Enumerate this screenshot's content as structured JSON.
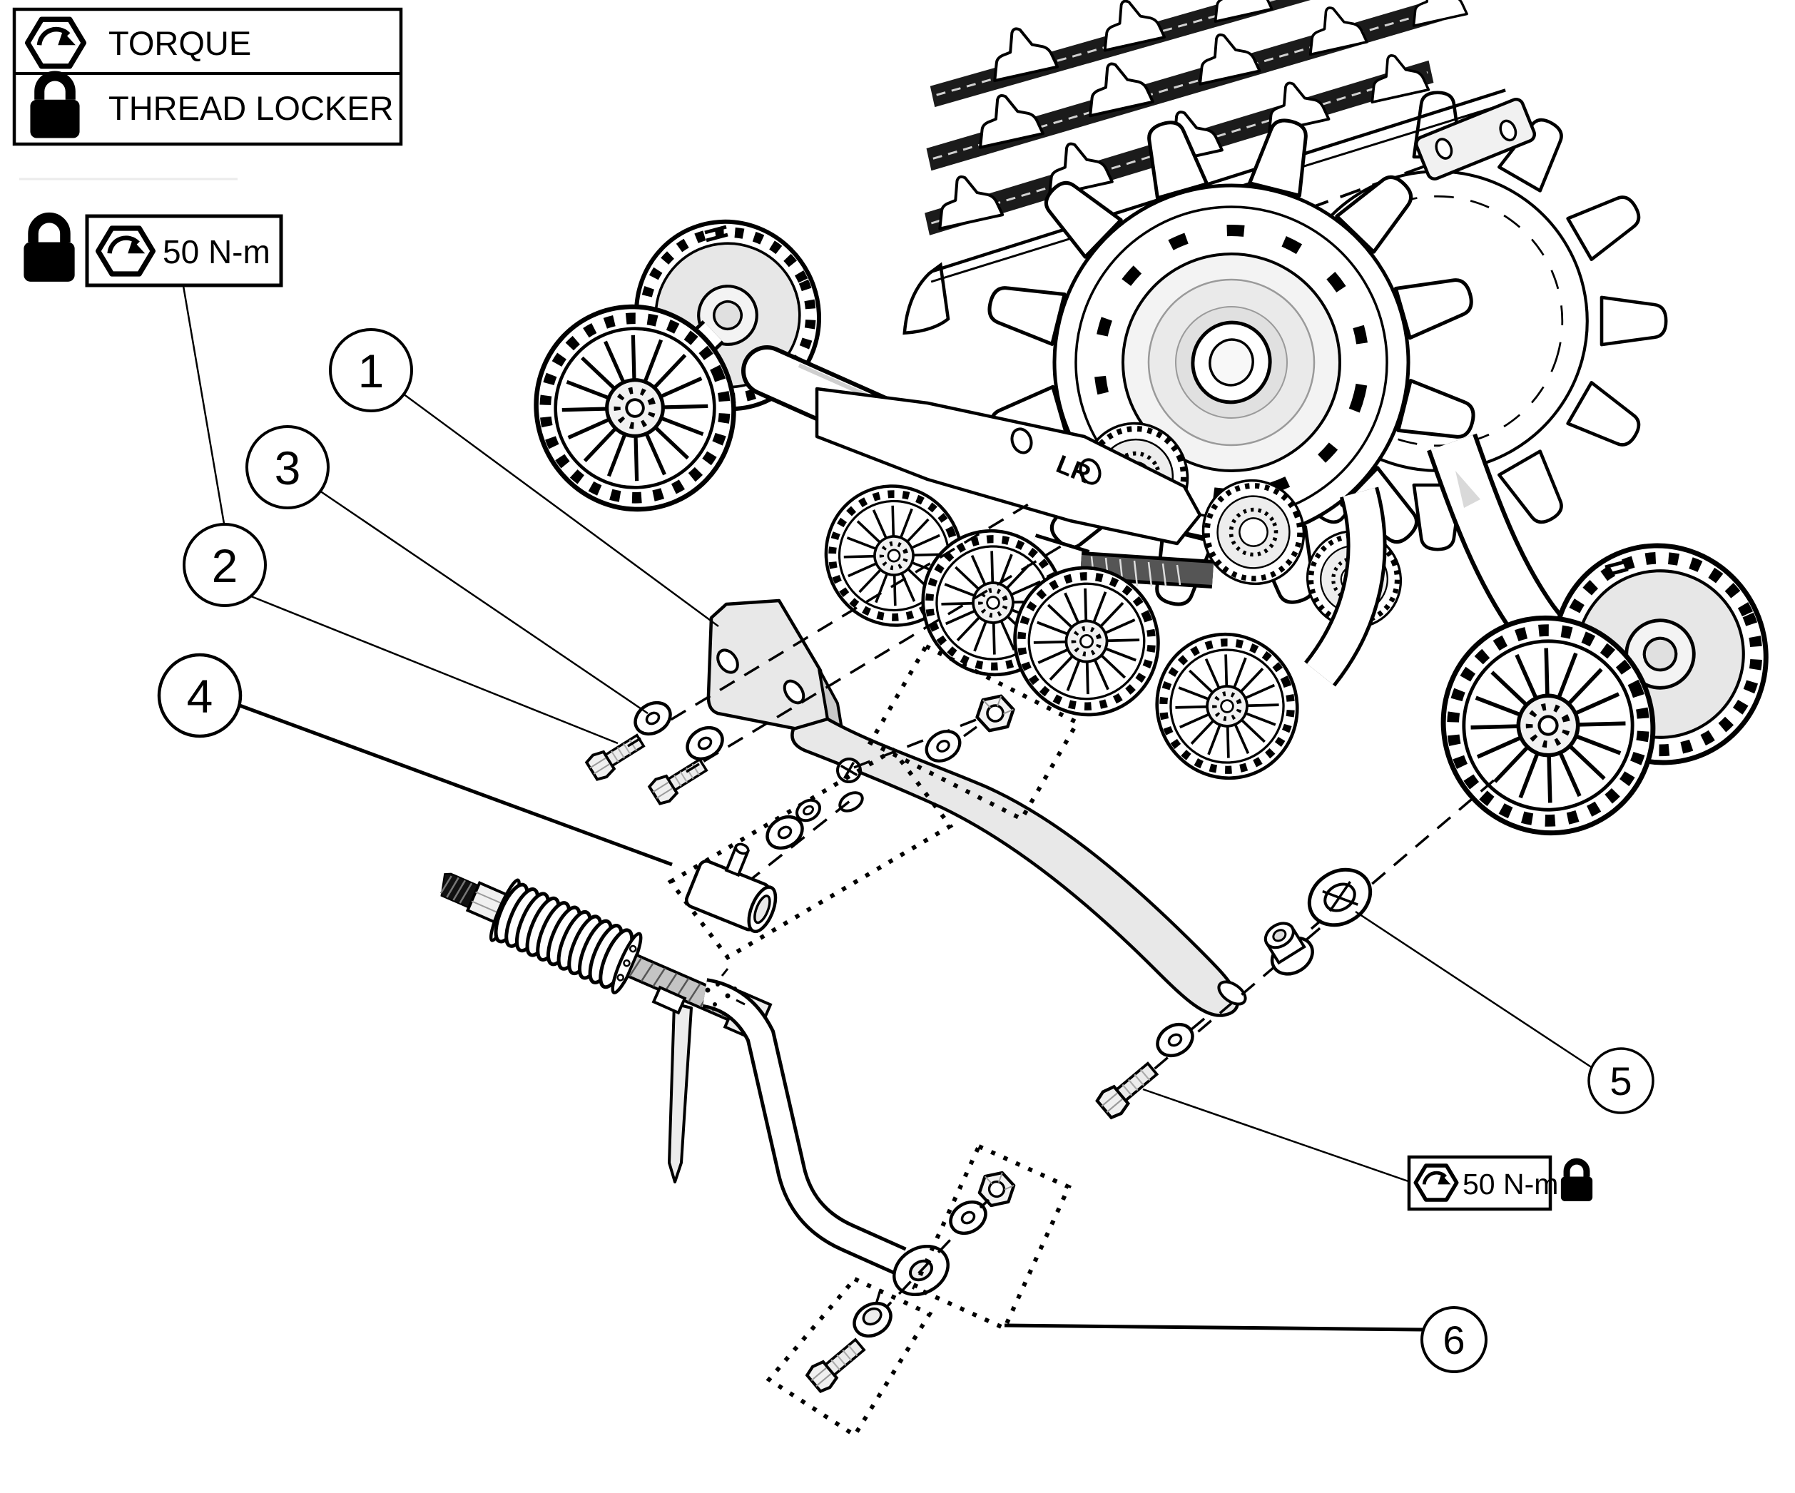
{
  "legend": {
    "items": [
      {
        "icon": "torque-hex-arrow-icon",
        "label": "TORQUE"
      },
      {
        "icon": "thread-locker-padlock-icon",
        "label": "THREAD LOCKER"
      }
    ]
  },
  "torque_callouts": [
    {
      "position": "top-left",
      "value": "50 N-m",
      "thread_locker": true
    },
    {
      "position": "bottom-right",
      "value": "50 N-m",
      "thread_locker": true
    }
  ],
  "part_callouts": [
    {
      "number": "1"
    },
    {
      "number": "2"
    },
    {
      "number": "3"
    },
    {
      "number": "4"
    },
    {
      "number": "5"
    },
    {
      "number": "6"
    }
  ],
  "markings": {
    "arm_label": "LR"
  },
  "colors": {
    "line": "#000000",
    "background": "#ffffff",
    "part_fill": "#e8e8e8",
    "shadow_fill": "#c9c9c9",
    "rubber_fill": "#1b1b1b",
    "callout_fill": "#ffffff"
  }
}
